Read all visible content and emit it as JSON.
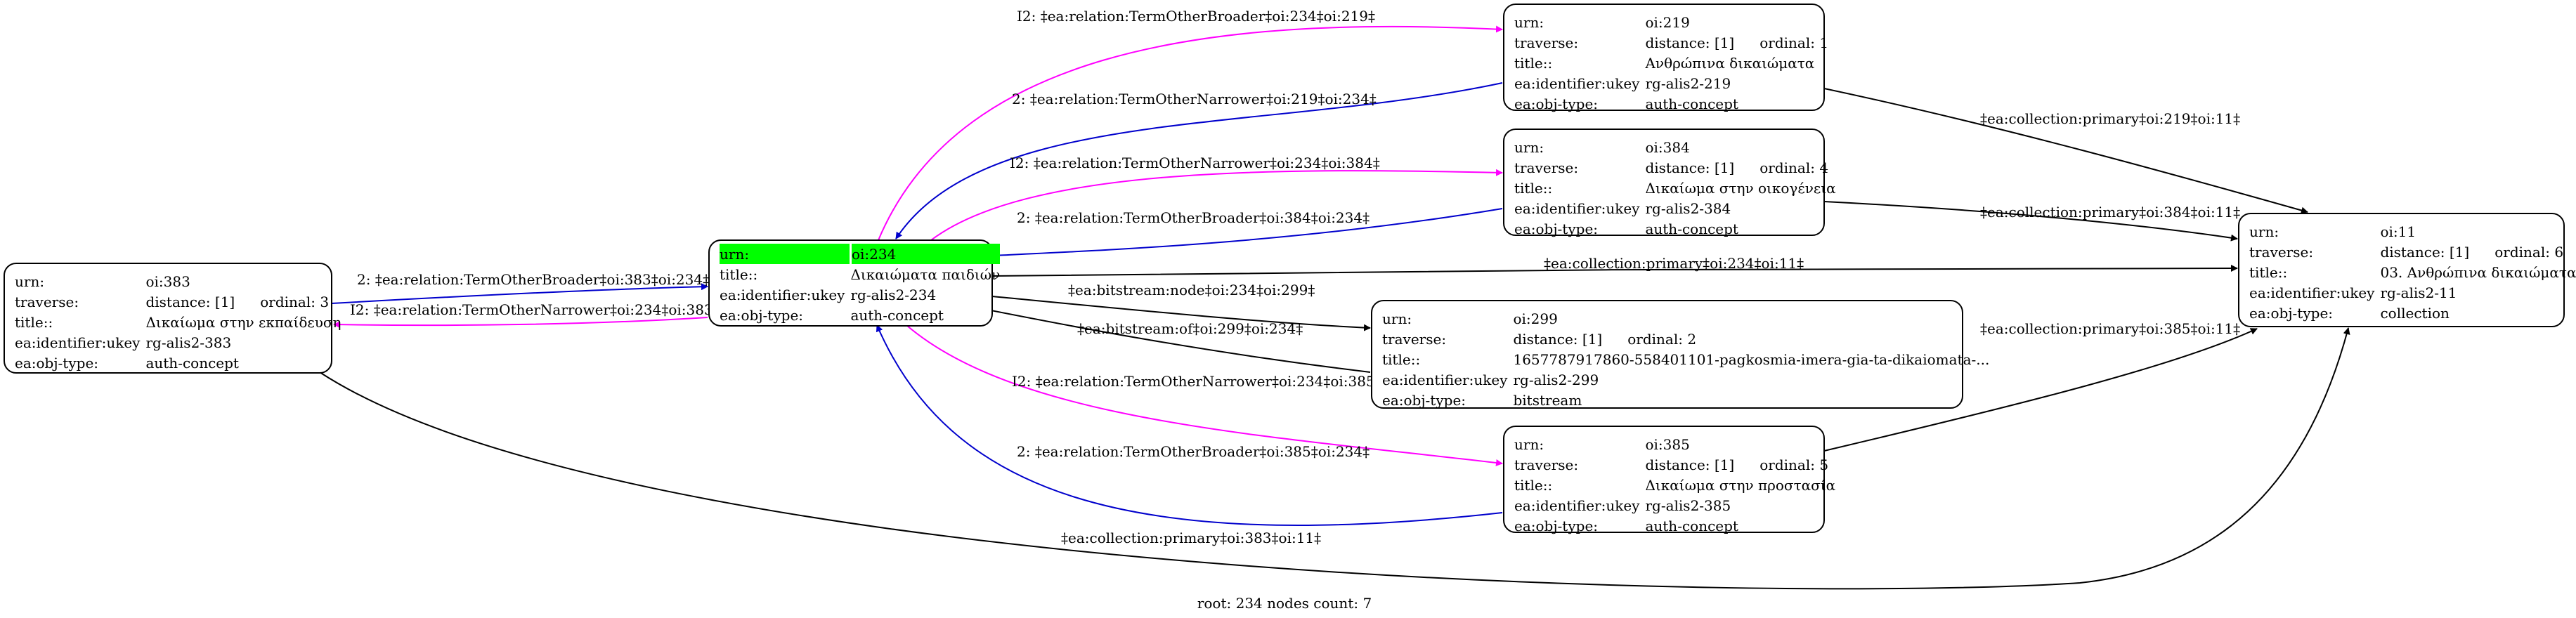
{
  "footer": "root: 234 nodes count: 7",
  "colors": {
    "broader": "#ff00ff",
    "narrower": "#0000cc",
    "plain": "#000000",
    "highlight": "#00ff00"
  },
  "nodes": {
    "n383": {
      "urn": "oi:383",
      "traverse": "distance: [1]",
      "ordinal": "ordinal: 3",
      "title": "Δικαίωμα στην εκπαίδευση",
      "ukey": "rg-alis2-383",
      "type": "auth-concept"
    },
    "n234": {
      "urn": "oi:234",
      "title": "Δικαιώματα παιδιών",
      "ukey": "rg-alis2-234",
      "type": "auth-concept"
    },
    "n219": {
      "urn": "oi:219",
      "traverse": "distance: [1]",
      "ordinal": "ordinal: 1",
      "title": "Ανθρώπινα δικαιώματα",
      "ukey": "rg-alis2-219",
      "type": "auth-concept"
    },
    "n384": {
      "urn": "oi:384",
      "traverse": "distance: [1]",
      "ordinal": "ordinal: 4",
      "title": "Δικαίωμα στην οικογένεια",
      "ukey": "rg-alis2-384",
      "type": "auth-concept"
    },
    "n299": {
      "urn": "oi:299",
      "traverse": "distance: [1]",
      "ordinal": "ordinal: 2",
      "title": "1657787917860-558401101-pagkosmia-imera-gia-ta-dikaiomata-...",
      "ukey": "rg-alis2-299",
      "type": "bitstream"
    },
    "n385": {
      "urn": "oi:385",
      "traverse": "distance: [1]",
      "ordinal": "ordinal: 5",
      "title": "Δικαίωμα στην προστασία",
      "ukey": "rg-alis2-385",
      "type": "auth-concept"
    },
    "n11": {
      "urn": "oi:11",
      "traverse": "distance: [1]",
      "ordinal": "ordinal: 6",
      "title": "03. Ανθρώπινα δικαιώματα",
      "ukey": "rg-alis2-11",
      "type": "collection"
    }
  },
  "field_labels": {
    "urn": "urn:",
    "traverse": "traverse:",
    "title": "title::",
    "ukey": "ea:identifier:ukey",
    "type": "ea:obj-type:"
  },
  "edges": {
    "e_234_219": "I2: ‡ea:relation:TermOtherBroader‡oi:234‡oi:219‡",
    "e_219_234": "2: ‡ea:relation:TermOtherNarrower‡oi:219‡oi:234‡",
    "e_234_384": "I2: ‡ea:relation:TermOtherNarrower‡oi:234‡oi:384‡",
    "e_384_234": "2: ‡ea:relation:TermOtherBroader‡oi:384‡oi:234‡",
    "e_219_11": "‡ea:collection:primary‡oi:219‡oi:11‡",
    "e_384_11": "‡ea:collection:primary‡oi:384‡oi:11‡",
    "e_234_11": "‡ea:collection:primary‡oi:234‡oi:11‡",
    "e_234_299": "‡ea:bitstream:node‡oi:234‡oi:299‡",
    "e_299_234": "‡ea:bitstream:of‡oi:299‡oi:234‡",
    "e_383_234": "2: ‡ea:relation:TermOtherBroader‡oi:383‡oi:234‡",
    "e_234_383": "I2: ‡ea:relation:TermOtherNarrower‡oi:234‡oi:383‡",
    "e_234_385": "I2: ‡ea:relation:TermOtherNarrower‡oi:234‡oi:385‡",
    "e_385_234": "2: ‡ea:relation:TermOtherBroader‡oi:385‡oi:234‡",
    "e_385_11": "‡ea:collection:primary‡oi:385‡oi:11‡",
    "e_383_11": "‡ea:collection:primary‡oi:383‡oi:11‡"
  }
}
